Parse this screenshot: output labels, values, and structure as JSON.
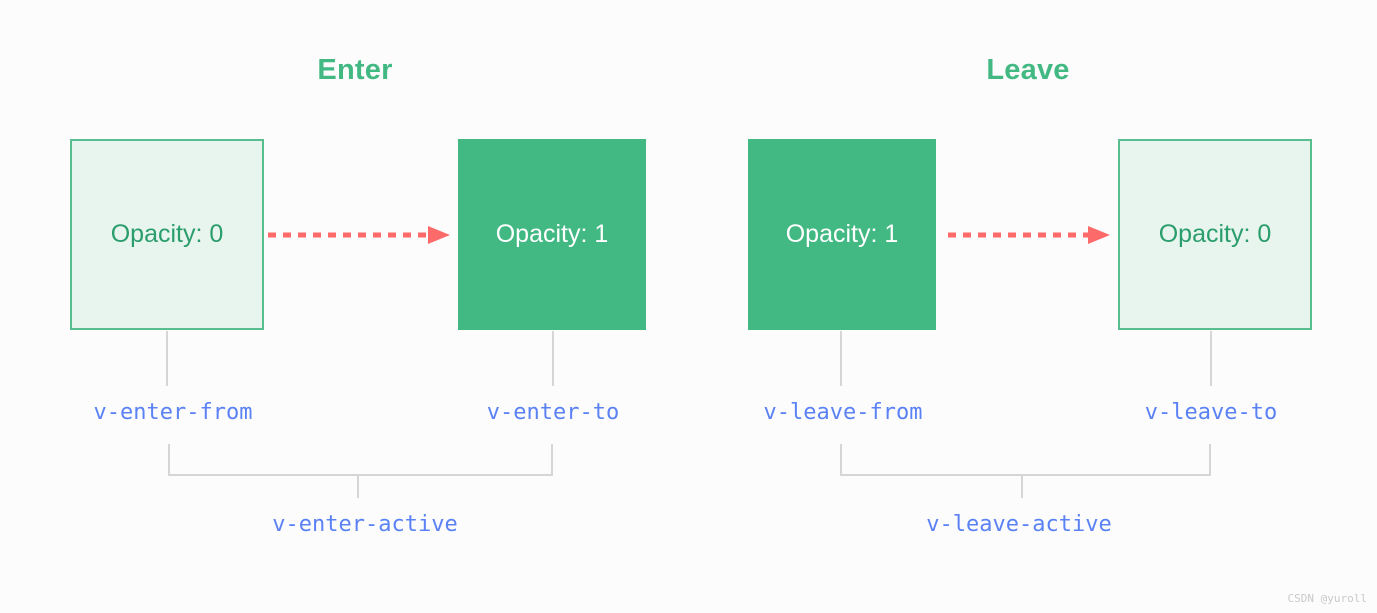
{
  "diagram": {
    "title_enter": "Enter",
    "title_leave": "Leave",
    "colors": {
      "brand_green": "#42b983",
      "faded_green_fill": "#e8f5ee",
      "faded_green_border": "#58be8f",
      "faded_green_text": "#2a9d6c",
      "arrow_red": "#fc6a6a",
      "class_blue": "#5b82f5",
      "connector_gray": "#d6d6d6",
      "background": "#fcfcfc"
    },
    "enter": {
      "from_box": {
        "text": "Opacity: 0",
        "state": "faded",
        "class_label": "v-enter-from"
      },
      "to_box": {
        "text": "Opacity: 1",
        "state": "solid",
        "class_label": "v-enter-to"
      },
      "active_label": "v-enter-active",
      "arrow": "dashed-arrow-right-icon"
    },
    "leave": {
      "from_box": {
        "text": "Opacity: 1",
        "state": "solid",
        "class_label": "v-leave-from"
      },
      "to_box": {
        "text": "Opacity: 0",
        "state": "faded",
        "class_label": "v-leave-to"
      },
      "active_label": "v-leave-active",
      "arrow": "dashed-arrow-right-icon"
    }
  },
  "watermark": "CSDN @yuroll"
}
